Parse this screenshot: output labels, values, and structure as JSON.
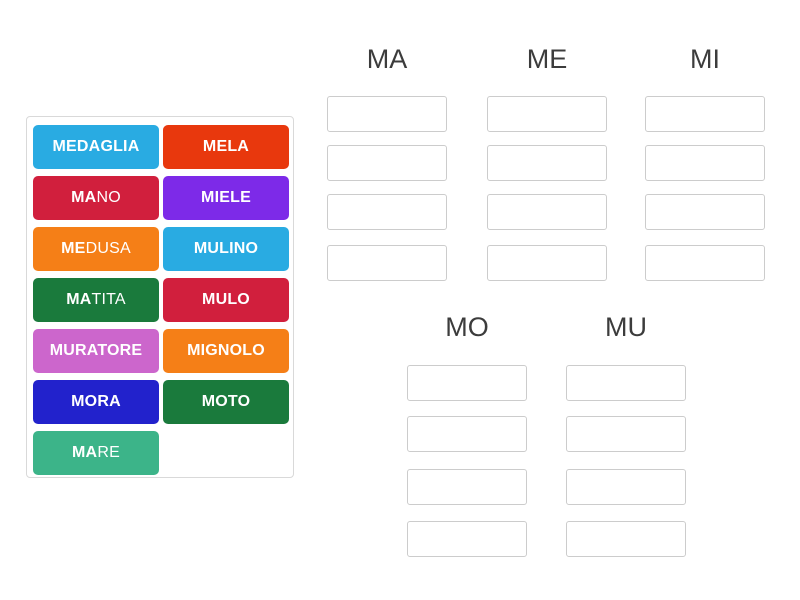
{
  "word_bank": {
    "tiles": [
      {
        "label": "MEDAGLIA",
        "prefix": "MEDAGLIA",
        "suffix": "",
        "color": "#29abe2"
      },
      {
        "label": "MELA",
        "prefix": "MELA",
        "suffix": "",
        "color": "#e8380d"
      },
      {
        "label": "MANO",
        "prefix": "MA",
        "suffix": "NO",
        "color": "#d11f3d"
      },
      {
        "label": "MIELE",
        "prefix": "MIELE",
        "suffix": "",
        "color": "#7d2ae8"
      },
      {
        "label": "MEDUSA",
        "prefix": "ME",
        "suffix": "DUSA",
        "color": "#f57f17"
      },
      {
        "label": "MULINO",
        "prefix": "MULINO",
        "suffix": "",
        "color": "#29abe2"
      },
      {
        "label": "MATITA",
        "prefix": "MA",
        "suffix": "TITA",
        "color": "#1a7a3c"
      },
      {
        "label": "MULO",
        "prefix": "MULO",
        "suffix": "",
        "color": "#d11f3d"
      },
      {
        "label": "MURATORE",
        "prefix": "MURATORE",
        "suffix": "",
        "color": "#cc66cc"
      },
      {
        "label": "MIGNOLO",
        "prefix": "MIGNOLO",
        "suffix": "",
        "color": "#f57f17"
      },
      {
        "label": "MORA",
        "prefix": "MORA",
        "suffix": "",
        "color": "#2222cc"
      },
      {
        "label": "MOTO",
        "prefix": "MOTO",
        "suffix": "",
        "color": "#1a7a3c"
      },
      {
        "label": "MARE",
        "prefix": "MA",
        "suffix": "RE",
        "color": "#3cb489"
      }
    ]
  },
  "columns": [
    {
      "title": "MA",
      "slots": 4
    },
    {
      "title": "ME",
      "slots": 4
    },
    {
      "title": "MI",
      "slots": 4
    },
    {
      "title": "MO",
      "slots": 4
    },
    {
      "title": "MU",
      "slots": 4
    }
  ]
}
